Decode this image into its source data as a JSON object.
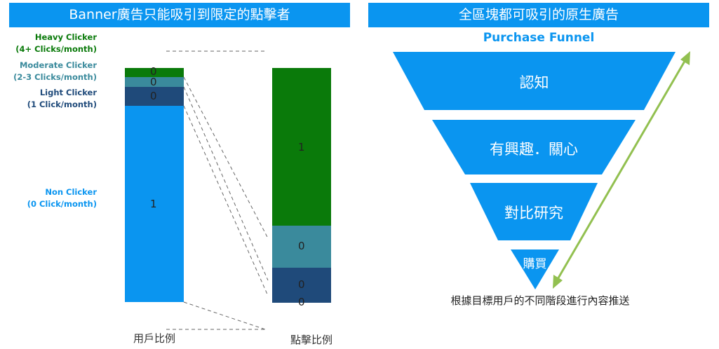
{
  "left_panel": {
    "banner": "Banner廣告只能吸引到限定的點擊者",
    "legend": {
      "heavy": "Heavy Clicker\n(4+ Clicks/month)",
      "moderate": "Moderate Clicker\n(2-3 Clicks/month)",
      "light": "Light Clicker\n(1 Click/month)",
      "non": "Non Clicker\n(0 Click/month)"
    },
    "user_bar": {
      "label": "用戶比例",
      "segments": [
        {
          "name": "Heavy Clicker",
          "value": "0",
          "color": "#0a7a0a"
        },
        {
          "name": "Moderate Clicker",
          "value": "0",
          "color": "#3a8a9c"
        },
        {
          "name": "Light Clicker",
          "value": "0",
          "color": "#1f4a7a"
        },
        {
          "name": "Non Clicker",
          "value": "1",
          "color": "#0a95f0"
        }
      ]
    },
    "click_bar": {
      "label": "點擊比例",
      "segments": [
        {
          "name": "Heavy Clicker",
          "value": "1",
          "color": "#0a7a0a"
        },
        {
          "name": "Moderate Clicker",
          "value": "0",
          "color": "#3a8a9c"
        },
        {
          "name": "Light Clicker",
          "value": "0",
          "color": "#1f4a7a"
        },
        {
          "name": "Non Clicker",
          "value": "0",
          "color": "#0a95f0"
        }
      ]
    }
  },
  "right_panel": {
    "banner": "全區塊都可吸引的原生廣告",
    "funnel_title": "Purchase Funnel",
    "stages": [
      "認知",
      "有興趣．關心",
      "對比研究",
      "購買"
    ],
    "stage_color": "#0a95f0",
    "arrow_color": "#92c050",
    "note": "根據目標用戶的不同階段進行內容推送"
  }
}
